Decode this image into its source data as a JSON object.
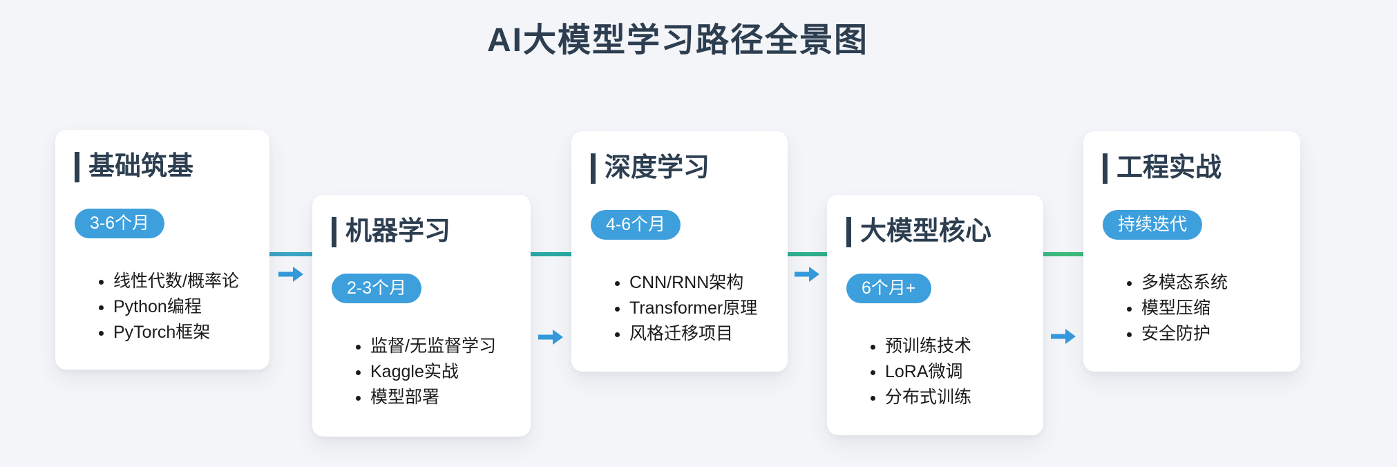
{
  "page": {
    "title": "AI大模型学习路径全景图",
    "background": "#f4f5f8"
  },
  "colors": {
    "heading_dark": "#2c3e50",
    "badge_blue": "#3d9fdc",
    "arrow_blue": "#3498db",
    "timeline_gradient": [
      "#3fa2cf",
      "#2aa8a3",
      "#2fb189",
      "#41bd78"
    ],
    "card_background": "#ffffff"
  },
  "stages": [
    {
      "title": "基础筑基",
      "duration": "3-6个月",
      "topics": [
        "线性代数/概率论",
        "Python编程",
        "PyTorch框架"
      ]
    },
    {
      "title": "机器学习",
      "duration": "2-3个月",
      "topics": [
        "监督/无监督学习",
        "Kaggle实战",
        "模型部署"
      ]
    },
    {
      "title": "深度学习",
      "duration": "4-6个月",
      "topics": [
        "CNN/RNN架构",
        "Transformer原理",
        "风格迁移项目"
      ]
    },
    {
      "title": "大模型核心",
      "duration": "6个月+",
      "topics": [
        "预训练技术",
        "LoRA微调",
        "分布式训练"
      ]
    },
    {
      "title": "工程实战",
      "duration": "持续迭代",
      "topics": [
        "多模态系统",
        "模型压缩",
        "安全防护"
      ]
    }
  ]
}
